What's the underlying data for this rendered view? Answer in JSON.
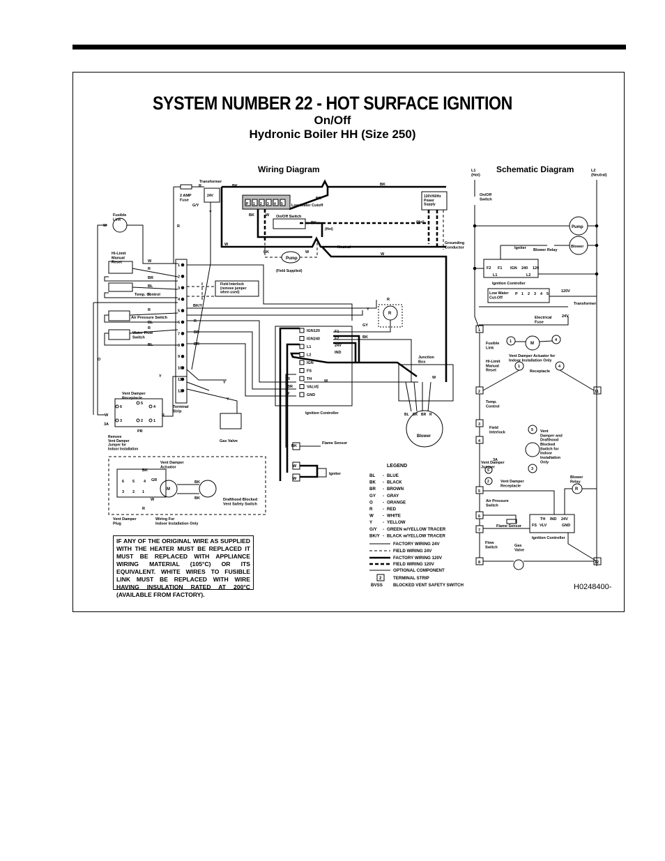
{
  "title": {
    "main": "SYSTEM NUMBER 22 - HOT SURFACE IGNITION",
    "sub1": "On/Off",
    "sub2": "Hydronic Boiler HH (Size 250)"
  },
  "sections": {
    "wiring": "Wiring Diagram",
    "schematic": "Schematic Diagram"
  },
  "wiring_labels": {
    "transformer": "Transformer",
    "fuse": "2 AMP\nFuse",
    "gy": "G/Y",
    "v24": "24V",
    "low_water": "Low Water Cutoff",
    "onoff": "On/Off Switch",
    "hot": "(Hot)",
    "power_supply": "120V/60Hz\nPower\nSupply",
    "grounding": "Grounding\nConductor",
    "neutral": "Neutral",
    "pump": "Pump",
    "field_supplied": "(Field Supplied)",
    "fusible_link": "Fusible\nLink",
    "hi_limit": "Hi-Limit\nManual\nReset",
    "temp_control": "Temp. Control",
    "air_pressure": "Air Pressure Switch",
    "water_flow": "Water Flow\nSwitch",
    "vent_damper_receptacle": "Vent Damper\nReceptacle",
    "remove_jumper": "Remove\nVent Damper\nJumper for\nIndoor Installation",
    "terminal_strip": "Terminal\nStrip",
    "field_interlock": "Field Interlock\n(remove jumper\nwhen used)",
    "gas_valve": "Gas Valve",
    "ignition_controller": "Ignition Controller",
    "junction_box": "Junction\nBox",
    "blower": "Blower",
    "flame_sensor": "Flame Sensor",
    "igniter": "Igniter",
    "vent_damper_actuator": "Vent Damper\nActuator",
    "vent_damper_plug": "Vent Damper\nPlug",
    "wiring_indoor": "Wiring For\nIndoor Installation Only",
    "drafthood": "Drafthood Blocked\nVent Safety Switch",
    "ic_terminals": [
      "IGN120",
      "IGN240",
      "L1",
      "L2",
      "IGN",
      "FS",
      "TH",
      "VALVE",
      "GND"
    ],
    "ic_right": [
      "F1",
      "F2",
      "24V",
      "IND"
    ],
    "strip_numbers": [
      "1",
      "2",
      "3",
      "4",
      "5",
      "6",
      "7",
      "8",
      "9",
      "10",
      "11",
      "12"
    ],
    "lwco_terminals": [
      "P",
      "1",
      "2",
      "3",
      "4",
      "5"
    ],
    "wire_colors": [
      "BK",
      "BR",
      "W",
      "R",
      "BL",
      "Y",
      "GY",
      "BK/Y",
      "O",
      "PR",
      "GR"
    ]
  },
  "legend": {
    "title": "LEGEND",
    "colors": [
      {
        "code": "BL",
        "name": "BLUE"
      },
      {
        "code": "BK",
        "name": "BLACK"
      },
      {
        "code": "BR",
        "name": "BROWN"
      },
      {
        "code": "GY",
        "name": "GRAY"
      },
      {
        "code": "O",
        "name": "ORANGE"
      },
      {
        "code": "R",
        "name": "RED"
      },
      {
        "code": "W",
        "name": "WHITE"
      },
      {
        "code": "Y",
        "name": "YELLOW"
      },
      {
        "code": "G/Y",
        "name": "GREEN w/YELLOW TRACER"
      },
      {
        "code": "BK/Y",
        "name": "BLACK w/YELLOW TRACER"
      }
    ],
    "lines": [
      "FACTORY WIRING 24V",
      "FIELD WIRING 24V",
      "FACTORY WIRING 120V",
      "FIELD WIRING 120V",
      "OPTIONAL COMPONENT",
      "TERMINAL STRIP",
      "BLOCKED VENT SAFETY SWITCH"
    ],
    "bvss": "BVSS",
    "strip_num": "2"
  },
  "schematic_labels": {
    "l1": "L1\n(Hot)",
    "l2": "L2\n(Neutral)",
    "onoff": "On/Off\nSwitch",
    "pump": "Pump",
    "blower": "Blower",
    "igniter": "Igniter",
    "blower_relay": "Blower Relay",
    "ic_top": [
      "F2",
      "F1",
      "IGN",
      "240",
      "120"
    ],
    "l1t": "L1",
    "l2t": "L2",
    "ignition_controller": "Ignition Controller",
    "low_water": "Low Water\nCut-Off",
    "lw_terms": [
      "P",
      "1",
      "2",
      "3",
      "4",
      "5"
    ],
    "v120": "120V",
    "transformer": "Transformer",
    "electrical_fuse": "Electrical\nFuse",
    "v24": "24V",
    "fusible_link": "Fusible\nLink",
    "vent_damper_actuator": "Vent Damper Actuator for\nIndoor Installation Only",
    "hi_limit": "Hi-Limit\nManual\nReset",
    "receptacle": "Receptacle",
    "temp_control": "Temp.\nControl",
    "field_interlock": "Field\nInterlock",
    "vent_damper_note": "Vent\nDamper and\nDrafthood\nBlocked\nSwitch for\nIndoor\nInstallation\nOnly",
    "vent_damper_jumper": "Vent Damper\nJumper",
    "vent_damper_receptacle": "Vent Damper\nReceptacle",
    "air_pressure": "Air Pressure\nSwitch",
    "flame_sensor": "Flame Sensor",
    "flow_switch": "Flow\nSwitch",
    "gas_valve": "Gas\nValve",
    "ic_terms": [
      "TH",
      "IND",
      "24V",
      "FS",
      "VLV",
      "GND"
    ],
    "ign_ctrl": "Ignition Controller",
    "blower_relay2": "Blower\nRelay",
    "strip": [
      "1",
      "2",
      "3",
      "4",
      "5",
      "6",
      "7",
      "8",
      "11",
      "12"
    ],
    "circle_nums": [
      "1",
      "2",
      "3",
      "4",
      "5"
    ],
    "n3a": "3A",
    "m": "M",
    "r": "R"
  },
  "note": "IF ANY OF THE ORIGINAL WIRE AS SUPPLIED WITH THE HEATER MUST BE REPLACED IT MUST BE REPLACED WITH APPLIANCE WIRING MATERIAL (105°C) OR ITS EQUIVALENT. WHITE WIRES TO FUSIBLE LINK MUST BE REPLACED WITH WIRE HAVING INSULATION RATED AT 200°C (AVAILABLE FROM FACTORY).",
  "drawing_code": "H0248400-"
}
